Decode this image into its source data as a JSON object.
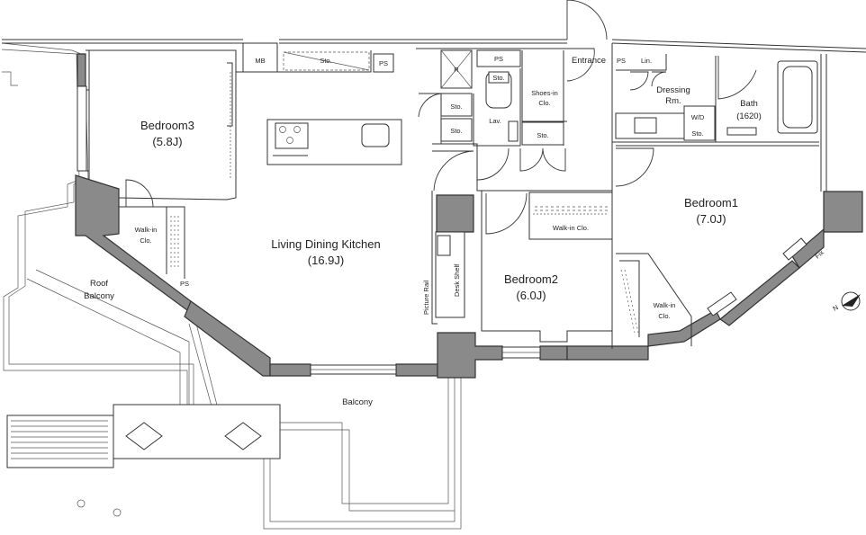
{
  "rooms": {
    "bedroom3": {
      "name": "Bedroom3",
      "size": "(5.8J)"
    },
    "ldk": {
      "name": "Living Dining Kitchen",
      "size": "(16.9J)"
    },
    "bedroom2": {
      "name": "Bedroom2",
      "size": "(6.0J)"
    },
    "bedroom1": {
      "name": "Bedroom1",
      "size": "(7.0J)"
    },
    "bath": {
      "name": "Bath",
      "size": "(1620)"
    },
    "dressing": {
      "name": "Dressing",
      "name2": "Rm."
    },
    "roof_balcony": {
      "name": "Roof",
      "name2": "Balcony"
    },
    "balcony": {
      "name": "Balcony"
    }
  },
  "labels": {
    "entrance": "Entrance",
    "mb": "MB",
    "ps": "PS",
    "sto": "Sto.",
    "lav": "Lav.",
    "r": "R",
    "lin": "Lin.",
    "wd": "W/D",
    "shoes_a": "Shoes-in",
    "shoes_b": "Clo.",
    "walkin_a": "Walk-in",
    "walkin_b": "Clo.",
    "walkin_clo": "Walk-in Clo.",
    "desk_shelf": "Desk Shelf",
    "picture_rail": "Picture Rail",
    "fix": "Fix",
    "north": "N"
  }
}
